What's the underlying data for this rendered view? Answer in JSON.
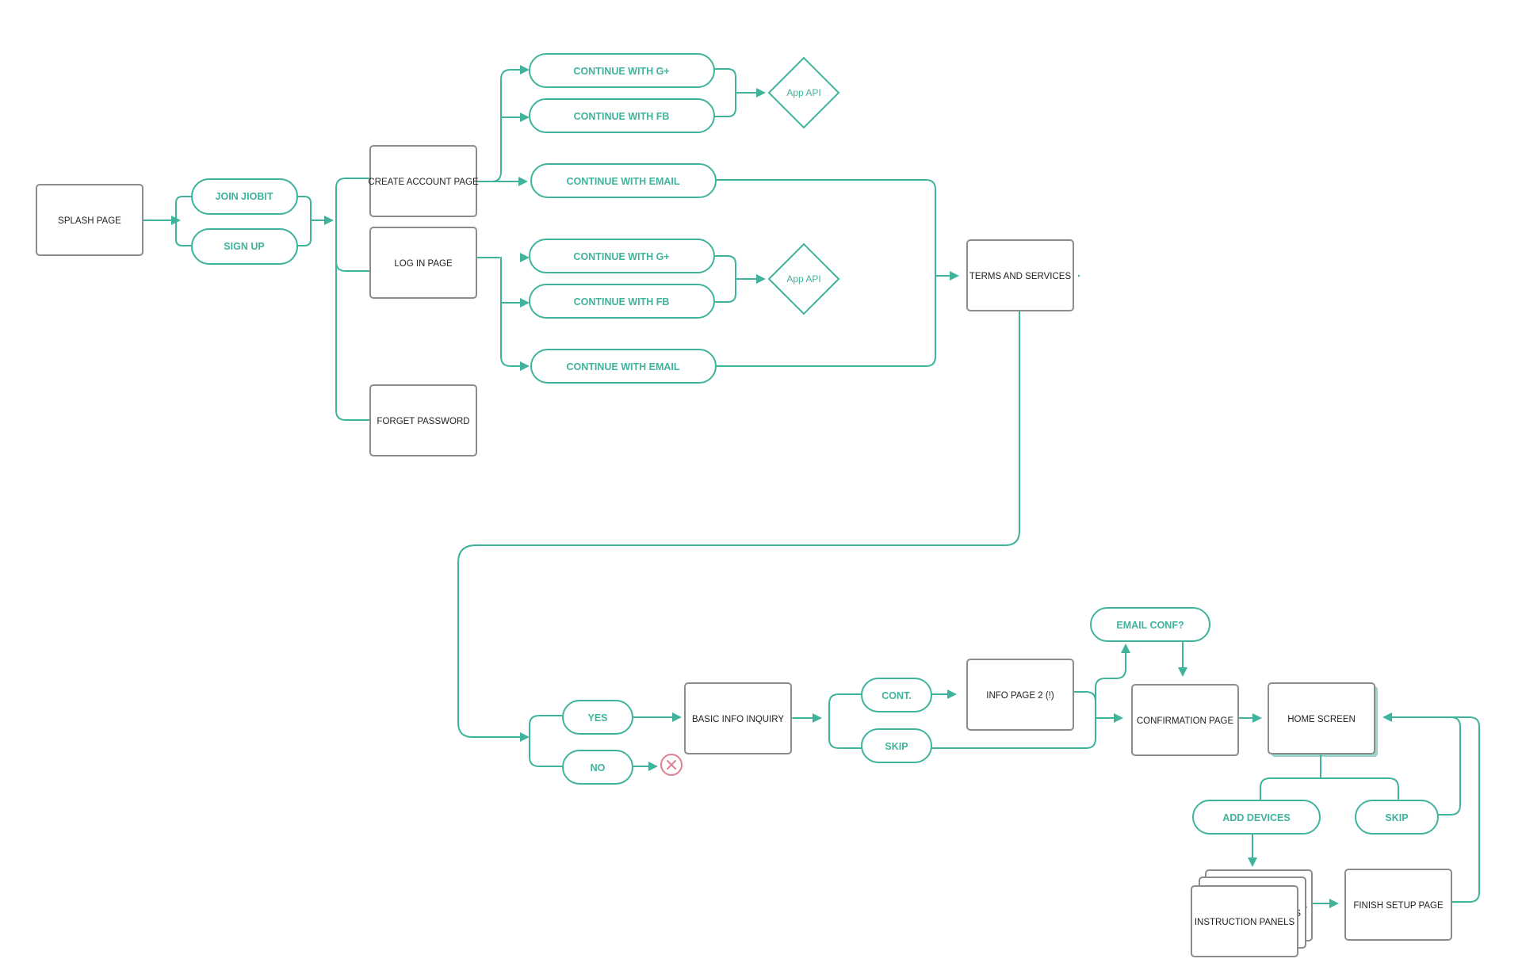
{
  "colors": {
    "accent": "#3fb39c",
    "page_border": "#8c8c8c",
    "error": "#e07f8f",
    "text": "#222222"
  },
  "pages": {
    "splash": "SPLASH PAGE",
    "create_account": "CREATE ACCOUNT PAGE",
    "log_in": "LOG IN PAGE",
    "forget_password": "FORGET PASSWORD",
    "terms": "TERMS AND SERVICES",
    "basic_info": "BASIC INFO INQUIRY",
    "info_page_2": "INFO PAGE 2 (!)",
    "confirmation": "CONFIRMATION PAGE",
    "home": "HOME SCREEN",
    "instruction_back": "S",
    "instruction_middle": "S",
    "instruction": "INSTRUCTION PANELS",
    "finish_setup": "FINISH SETUP PAGE"
  },
  "actions": {
    "join": "JOIN JIOBIT",
    "sign_up": "SIGN UP",
    "create_google": "CONTINUE WITH G+",
    "create_facebook": "CONTINUE WITH FB",
    "create_email": "CONTINUE WITH EMAIL",
    "login_google": "CONTINUE WITH G+",
    "login_facebook": "CONTINUE WITH FB",
    "login_email": "CONTINUE WITH EMAIL",
    "yes": "YES",
    "no": "NO",
    "cont": "CONT.",
    "skip_info": "SKIP",
    "email_conf": "EMAIL CONF?",
    "add_devices": "ADD DEVICES",
    "skip_home": "SKIP"
  },
  "decisions": {
    "app_api_create": "App API",
    "app_api_login": "App API"
  },
  "icons": {
    "no_outcome": "close-circle-icon"
  }
}
